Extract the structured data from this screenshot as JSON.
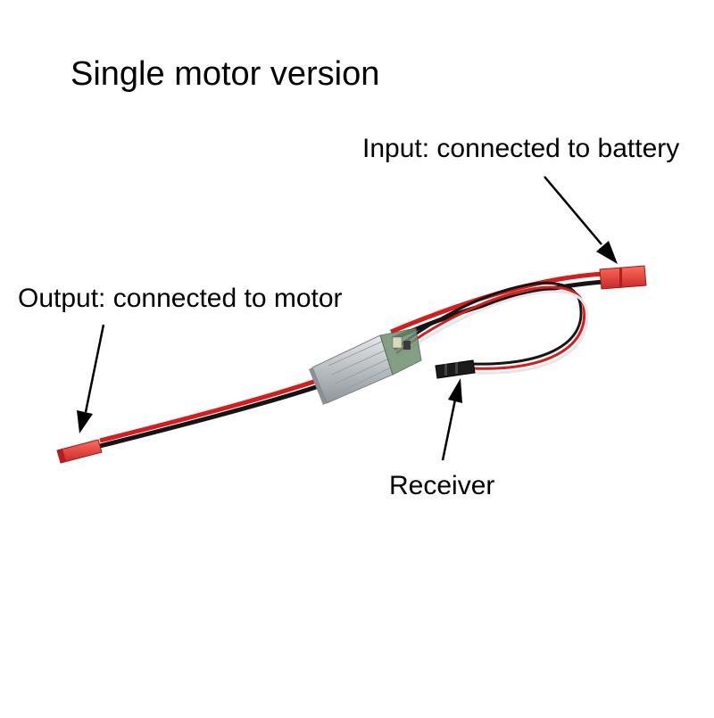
{
  "title": "Single motor version",
  "labels": {
    "input": "Input: connected to battery",
    "output": "Output: connected to motor",
    "receiver": "Receiver"
  },
  "colors": {
    "wire_red": "#d81b1b",
    "wire_black": "#151515",
    "wire_white": "#f2f2f2",
    "connector_red": "#e53935",
    "esc_body": "#c9cdd0",
    "pcb_green": "#6f8f70",
    "arrow": "#000000"
  },
  "icons": [
    "battery-connector-icon",
    "motor-connector-icon",
    "receiver-plug-icon",
    "esc-module-icon"
  ]
}
